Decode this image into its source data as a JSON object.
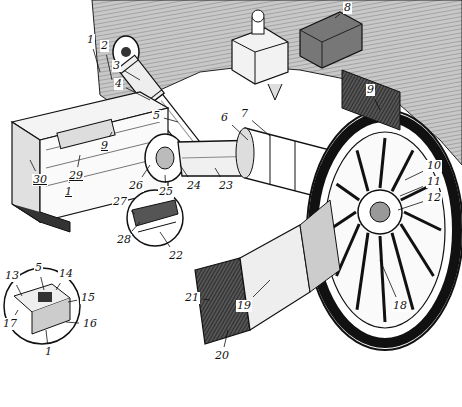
{
  "diagram": {
    "labels": [
      "1",
      "2",
      "3",
      "4",
      "5",
      "6",
      "7",
      "8",
      "9",
      "10",
      "11",
      "12",
      "18",
      "19",
      "20",
      "21",
      "22",
      "23",
      "24",
      "25",
      "26",
      "27",
      "28",
      "29",
      "30",
      "9",
      "1",
      "13",
      "5",
      "14",
      "15",
      "16",
      "17",
      "1"
    ]
  }
}
